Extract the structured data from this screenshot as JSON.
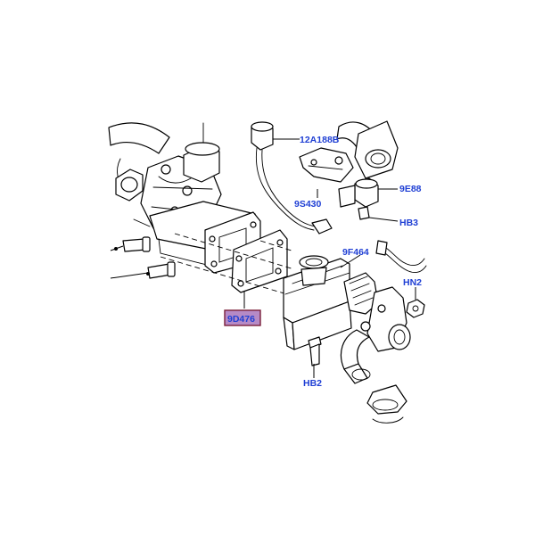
{
  "colors": {
    "label": "#1f3fd4",
    "highlight_fill": "#b68ac6",
    "highlight_border": "#7a1f3a",
    "line": "#000000",
    "background": "#ffffff"
  },
  "callouts": [
    {
      "id": "12a188b",
      "text": "12A188B"
    },
    {
      "id": "9e88",
      "text": "9E88"
    },
    {
      "id": "9s430",
      "text": "9S430"
    },
    {
      "id": "hb3",
      "text": "HB3"
    },
    {
      "id": "9f464",
      "text": "9F464"
    },
    {
      "id": "hn2",
      "text": "HN2"
    },
    {
      "id": "9d476",
      "text": "9D476",
      "highlighted": true
    },
    {
      "id": "hb2",
      "text": "HB2"
    }
  ]
}
